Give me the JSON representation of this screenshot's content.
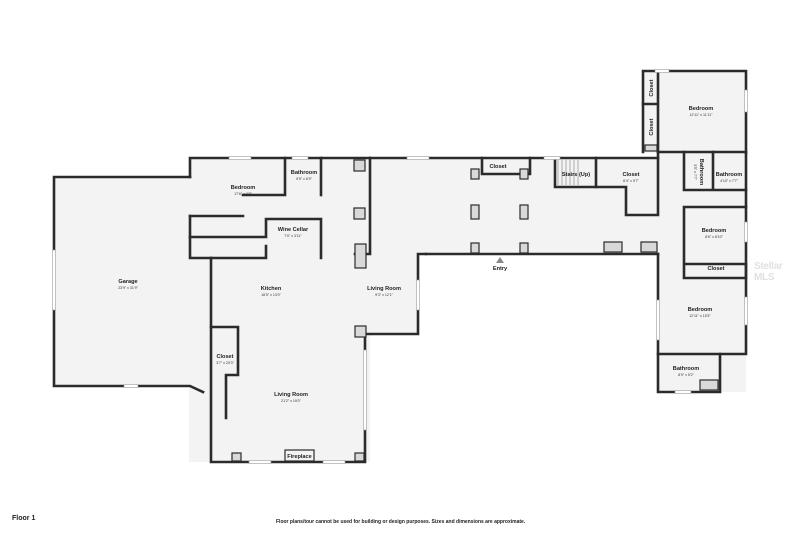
{
  "floor_label": "Floor 1",
  "disclaimer": "Floor plans/tour cannot be used for building or design purposes. Sizes and dimensions are approximate.",
  "watermark": "Stellar MLS",
  "entry_label": "Entry",
  "rooms": {
    "garage": {
      "name": "Garage",
      "dims": "23'9\" x 31'9\""
    },
    "bedroom_west": {
      "name": "Bedroom",
      "dims": "17'6\" x 8'8\""
    },
    "bathroom_west": {
      "name": "Bathroom",
      "dims": "5'5\" x 6'9\""
    },
    "wine_cellar": {
      "name": "Wine Cellar",
      "dims": "7'0\" x 3'11\""
    },
    "kitchen": {
      "name": "Kitchen",
      "dims": "16'5\" x 13'0\""
    },
    "living_small": {
      "name": "Living Room",
      "dims": "9'3\" x 12'1\""
    },
    "closet_west": {
      "name": "Closet",
      "dims": "3'7\" x 20'3\""
    },
    "living_main": {
      "name": "Living Room",
      "dims": "21'2\" x 19'0\""
    },
    "fireplace": {
      "name": "Fireplace"
    },
    "closet_hall": {
      "name": "Closet"
    },
    "stairs": {
      "name": "Stairs (Up)"
    },
    "closet_east": {
      "name": "Closet",
      "dims": "6'4\" x 9'7\""
    },
    "closet_nw1": {
      "name": "Closet"
    },
    "closet_nw2": {
      "name": "Closet"
    },
    "bedroom_ne": {
      "name": "Bedroom",
      "dims": "12'11\" x 11'11\""
    },
    "bathroom_narrow": {
      "name": "Bathroom",
      "dims": "3'5\" x 7'7\""
    },
    "bathroom_ne": {
      "name": "Bathroom",
      "dims": "4'10\" x 7'7\""
    },
    "bedroom_mid": {
      "name": "Bedroom",
      "dims": "8'6\" x 8'10\""
    },
    "closet_mid": {
      "name": "Closet"
    },
    "bedroom_se": {
      "name": "Bedroom",
      "dims": "12'11\" x 15'3\""
    },
    "bathroom_se": {
      "name": "Bathroom",
      "dims": "8'9\" x 5'2\""
    }
  }
}
